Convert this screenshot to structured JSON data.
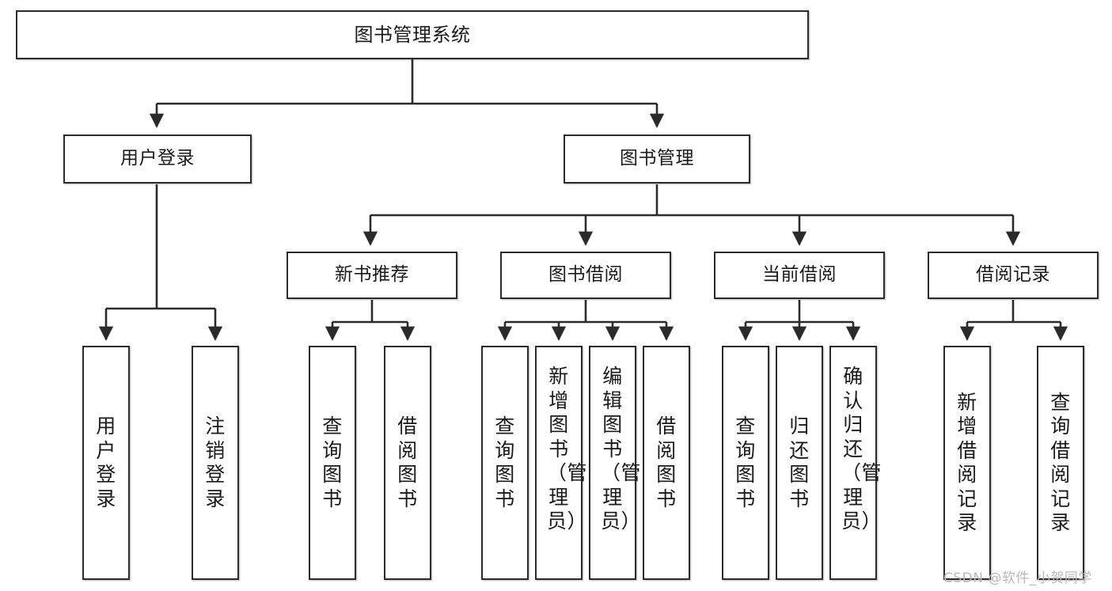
{
  "diagram": {
    "title": "图书管理系统",
    "type": "hierarchy-tree",
    "watermark": "CSDN @软件_小贺同学",
    "colors": {
      "box_border": "#2b2b2b",
      "box_fill": "#ffffff",
      "edge": "#2b2b2b",
      "text": "#1a1a1a",
      "watermark": "#b9b9b9"
    },
    "nodes": {
      "root": {
        "label": "图书管理系统"
      },
      "level1": [
        {
          "id": "user-login",
          "label": "用户登录"
        },
        {
          "id": "book-manage",
          "label": "图书管理"
        }
      ],
      "level2": [
        {
          "id": "new-book-rec",
          "label": "新书推荐"
        },
        {
          "id": "book-borrow",
          "label": "图书借阅"
        },
        {
          "id": "current-borrow",
          "label": "当前借阅"
        },
        {
          "id": "borrow-record",
          "label": "借阅记录"
        }
      ],
      "leaves": {
        "user-login": [
          {
            "id": "leaf-user-login",
            "label": "用户登录"
          },
          {
            "id": "leaf-logout",
            "label": "注销登录"
          }
        ],
        "new-book-rec": [
          {
            "id": "leaf-query-book-1",
            "label": "查询图书"
          },
          {
            "id": "leaf-borrow-book-1",
            "label": "借阅图书"
          }
        ],
        "book-borrow": [
          {
            "id": "leaf-query-book-2",
            "label": "查询图书"
          },
          {
            "id": "leaf-add-book",
            "label": "新增图书（管理员）"
          },
          {
            "id": "leaf-edit-book",
            "label": "编辑图书（管理员）"
          },
          {
            "id": "leaf-borrow-book-2",
            "label": "借阅图书"
          }
        ],
        "current-borrow": [
          {
            "id": "leaf-query-book-3",
            "label": "查询图书"
          },
          {
            "id": "leaf-return-book",
            "label": "归还图书"
          },
          {
            "id": "leaf-confirm-return",
            "label": "确认归还（管理员）"
          }
        ],
        "borrow-record": [
          {
            "id": "leaf-add-record",
            "label": "新增借阅记录"
          },
          {
            "id": "leaf-query-record",
            "label": "查询借阅记录"
          }
        ]
      }
    }
  }
}
